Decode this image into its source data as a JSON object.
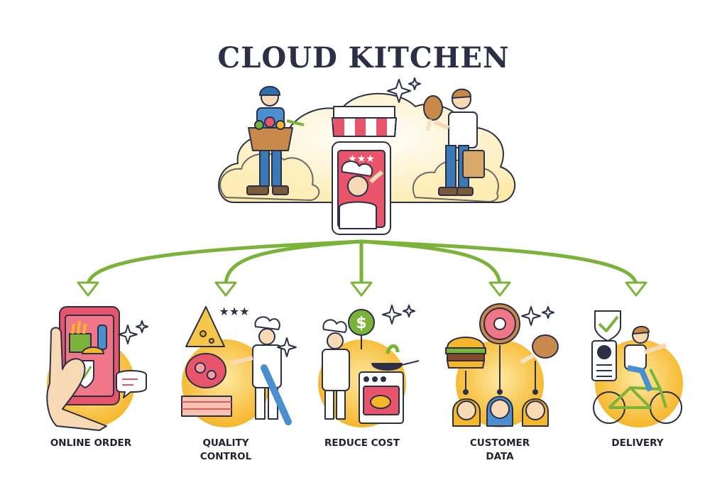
{
  "title": "CLOUD KITCHEN",
  "colors": {
    "accent": "#7bb33a",
    "warm": "#f6b62a",
    "soft": "#fde7a4",
    "outline": "#2b3046",
    "red": "#e8556a"
  },
  "nodes": [
    {
      "label_lines": [
        "ONLINE ORDER"
      ],
      "icon": "smartphone-order-icon"
    },
    {
      "label_lines": [
        "QUALITY",
        "CONTROL"
      ],
      "icon": "chef-quality-icon"
    },
    {
      "label_lines": [
        "REDUCE COST"
      ],
      "icon": "chef-cost-icon"
    },
    {
      "label_lines": [
        "CUSTOMER",
        "DATA"
      ],
      "icon": "customer-data-icon"
    },
    {
      "label_lines": [
        "DELIVERY"
      ],
      "icon": "bicycle-delivery-icon"
    }
  ]
}
